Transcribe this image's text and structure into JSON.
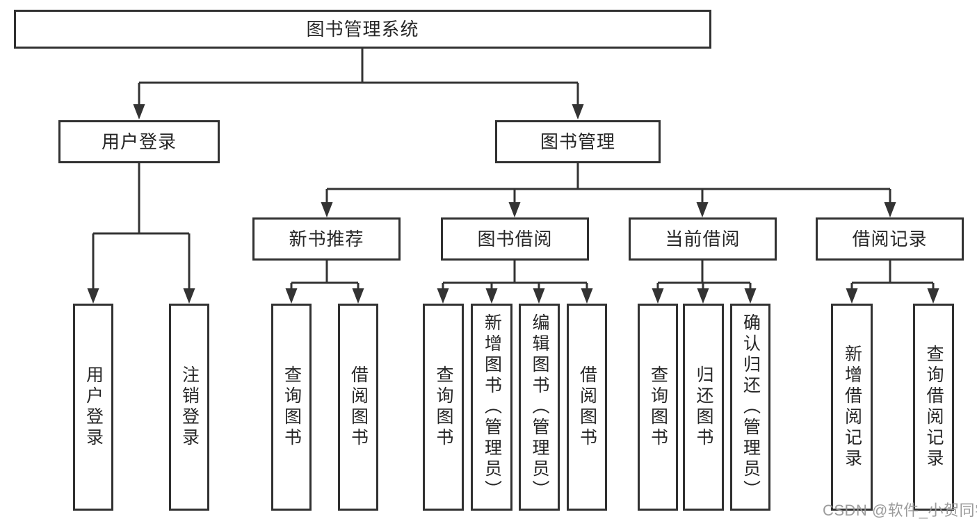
{
  "diagram": {
    "title": "图书管理系统",
    "root": "图书管理系统",
    "level2": {
      "user_login": "用户登录",
      "book_mgmt": "图书管理"
    },
    "level3": {
      "new_book": "新书推荐",
      "book_borrow": "图书借阅",
      "current_borrow": "当前借阅",
      "borrow_record": "借阅记录"
    },
    "leaves": {
      "user_login": [
        "用户登录",
        "注销登录"
      ],
      "new_book": [
        "查询图书",
        "借阅图书"
      ],
      "book_borrow": [
        "查询图书",
        "新增图书（管理员）",
        "编辑图书（管理员）",
        "借阅图书"
      ],
      "current_borrow": [
        "查询图书",
        "归还图书",
        "确认归还（管理员）"
      ],
      "borrow_record": [
        "新增借阅记录",
        "查询借阅记录"
      ]
    }
  },
  "watermark": "CSDN @软件_小贺同学",
  "colors": {
    "line": "#333333",
    "border": "#313131",
    "text": "#262626",
    "watermark": "#949494",
    "background": "#ffffff"
  }
}
